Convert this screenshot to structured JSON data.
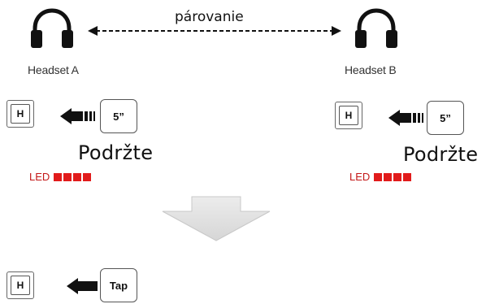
{
  "pairing": {
    "label": "párovanie"
  },
  "headset_a": {
    "label": "Headset A",
    "button_label": "H",
    "press_label": "5”",
    "hold_text": "Podržte",
    "led_label": "LED",
    "led_color": "#e11b1b",
    "led_count": 4
  },
  "headset_b": {
    "label": "Headset B",
    "button_label": "H",
    "press_label": "5”",
    "hold_text": "Podržte",
    "led_label": "LED",
    "led_color": "#e11b1b",
    "led_count": 4
  },
  "step_down": {
    "arrow_color": "#e2e2e2"
  },
  "confirm": {
    "button_label": "H",
    "press_label": "Tap"
  }
}
